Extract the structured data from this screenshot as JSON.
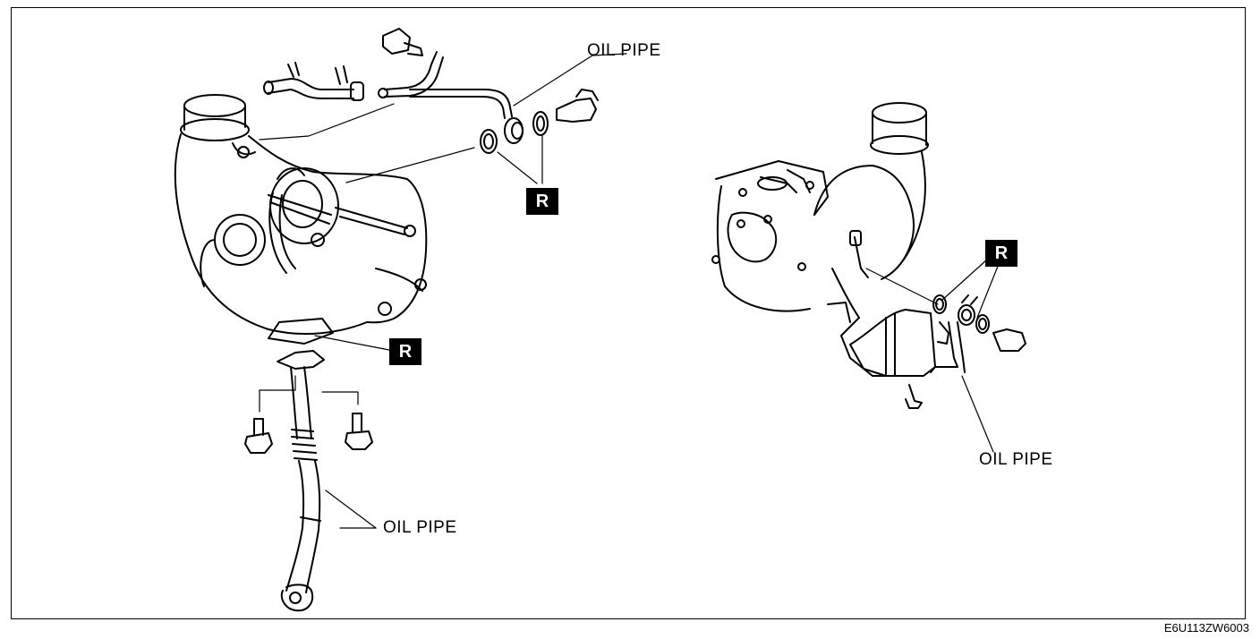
{
  "labels": {
    "oil_pipe_upper": "OIL PIPE",
    "oil_pipe_lower": "OIL PIPE",
    "oil_pipe_right": "OIL PIPE"
  },
  "badges": {
    "r_upper_left": "R",
    "r_lower_left": "R",
    "r_right": "R"
  },
  "figure_code": "E6U113ZW6003"
}
